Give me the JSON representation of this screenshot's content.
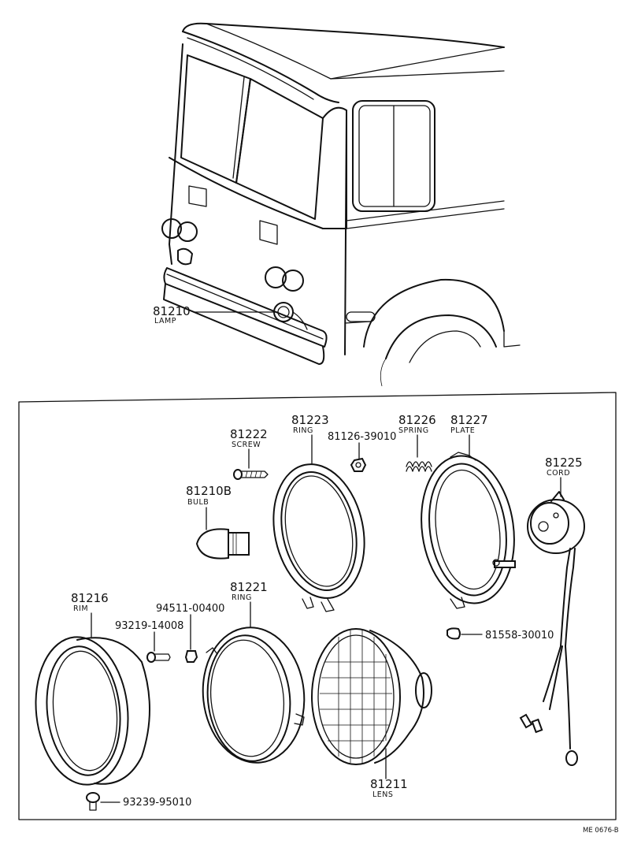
{
  "parts": {
    "lamp": {
      "number": "81210",
      "name": "LAMP"
    },
    "bulb": {
      "number": "81210B",
      "name": "BULB"
    },
    "screw": {
      "number": "81222",
      "name": "SCREW"
    },
    "ring_a": {
      "number": "81223",
      "name": "RING"
    },
    "nut": {
      "number": "81126-39010"
    },
    "spring": {
      "number": "81226",
      "name": "SPRING"
    },
    "plate": {
      "number": "81227",
      "name": "PLATE"
    },
    "cord": {
      "number": "81225",
      "name": "CORD"
    },
    "rim": {
      "number": "81216",
      "name": "RIM"
    },
    "bolt": {
      "number": "93219-14008"
    },
    "washer": {
      "number": "94511-00400"
    },
    "ring_b": {
      "number": "81221",
      "name": "RING"
    },
    "clip": {
      "number": "81558-30010"
    },
    "lens": {
      "number": "81211",
      "name": "LENS"
    },
    "tap_screw": {
      "number": "93239-95010"
    }
  },
  "footer_code": "ME 0676-B"
}
